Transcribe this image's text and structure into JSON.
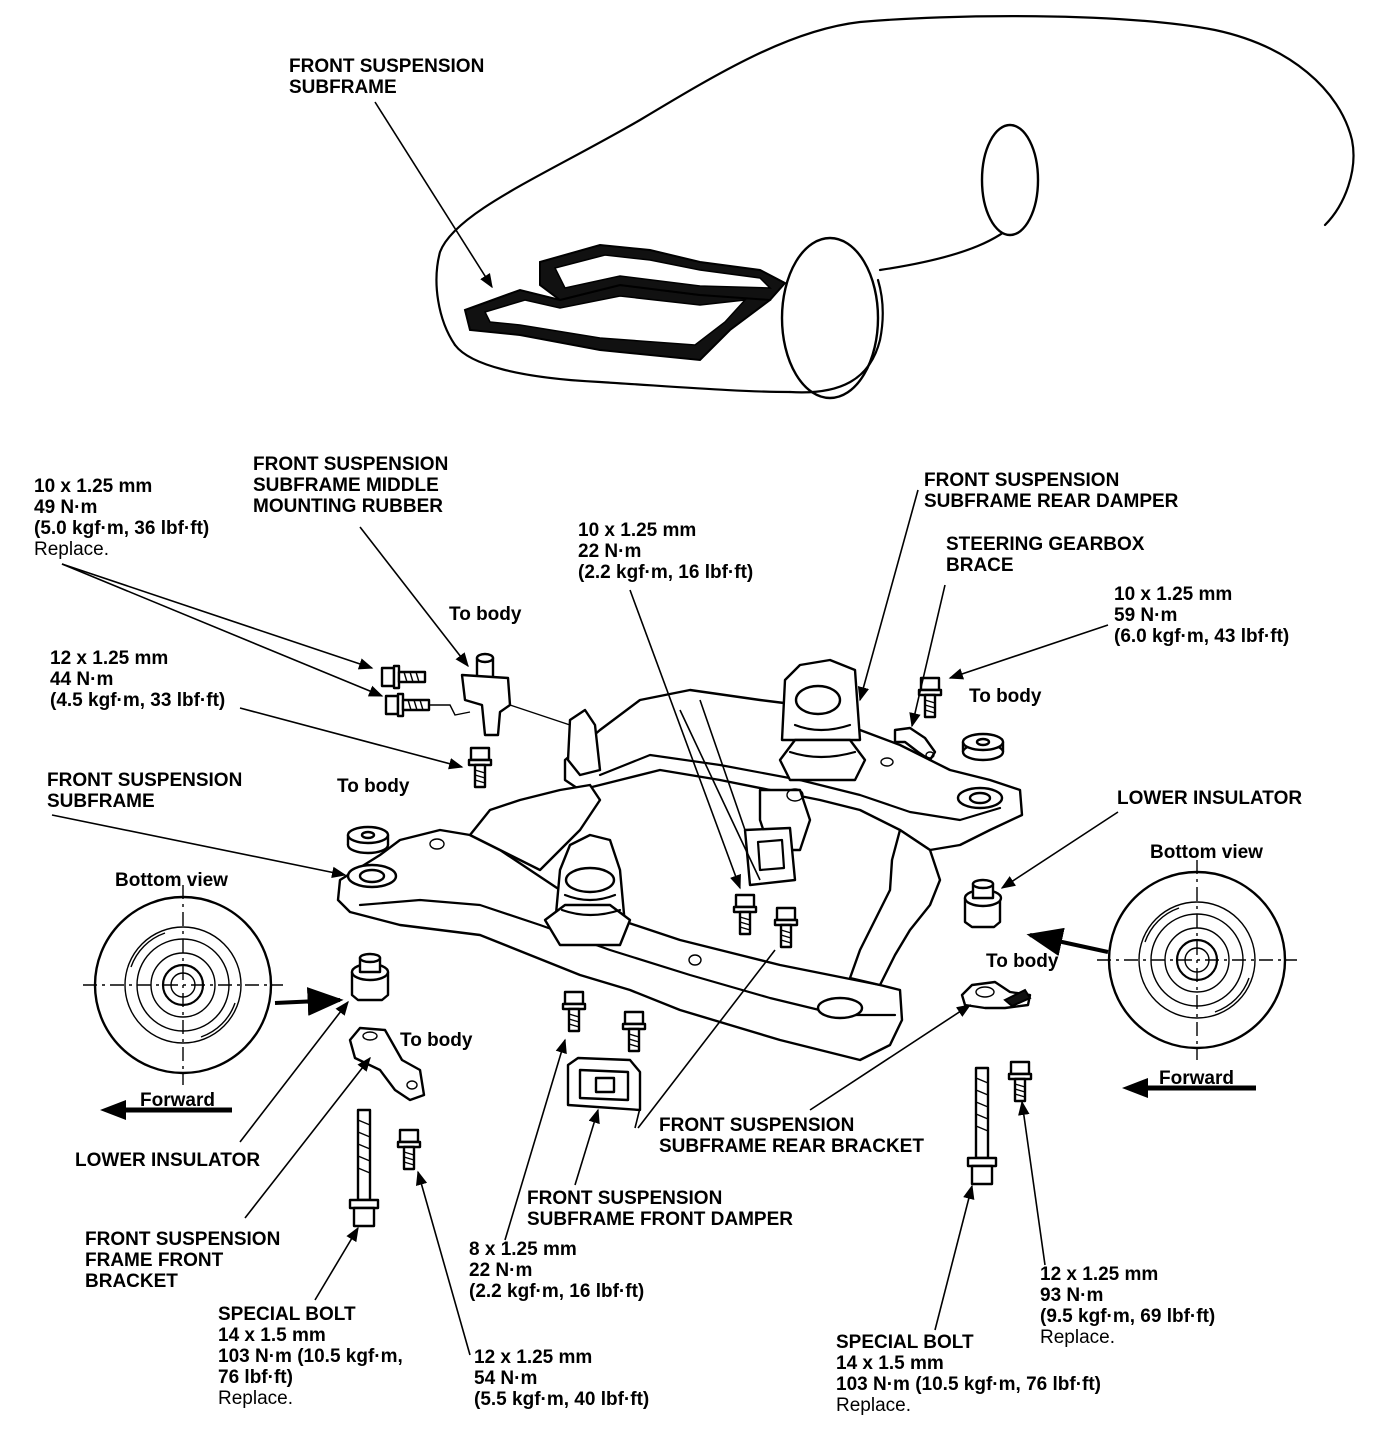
{
  "labels": {
    "car_subframe": [
      "FRONT SUSPENSION",
      "SUBFRAME"
    ],
    "middle_mount_rubber": [
      "FRONT SUSPENSION",
      "SUBFRAME MIDDLE",
      "MOUNTING RUBBER"
    ],
    "to_body_mid": "To body",
    "bolt_10_49": {
      "lines": [
        "10 x 1.25 mm",
        "49 N·m",
        "(5.0 kgf·m, 36 lbf·ft)"
      ],
      "note": "Replace."
    },
    "bolt_12_44": {
      "lines": [
        "12 x 1.25 mm",
        "44 N·m",
        "(4.5 kgf·m, 33 lbf·ft)"
      ]
    },
    "bolt_10_22": {
      "lines": [
        "10 x 1.25 mm",
        "22 N·m",
        "(2.2 kgf·m, 16 lbf·ft)"
      ]
    },
    "rear_damper": [
      "FRONT SUSPENSION",
      "SUBFRAME REAR DAMPER"
    ],
    "steering_brace": [
      "STEERING GEARBOX",
      "BRACE"
    ],
    "bolt_10_59": {
      "lines": [
        "10 x 1.25 mm",
        "59 N·m",
        "(6.0 kgf·m, 43 lbf·ft)"
      ]
    },
    "to_body_right": "To body",
    "to_body_left": "To body",
    "lower_insulator_right": "LOWER INSULATOR",
    "bottom_view_right": "Bottom view",
    "front_subframe": [
      "FRONT SUSPENSION",
      "SUBFRAME"
    ],
    "bottom_view_left": "Bottom view",
    "to_body_rear_right": "To body",
    "forward_right": "Forward",
    "to_body_front_left": "To body",
    "forward_left": "Forward",
    "lower_insulator_left": "LOWER INSULATOR",
    "rear_bracket": [
      "FRONT SUSPENSION",
      "SUBFRAME REAR BRACKET"
    ],
    "front_damper": [
      "FRONT SUSPENSION",
      "SUBFRAME FRONT DAMPER"
    ],
    "frame_front_bracket": [
      "FRONT SUSPENSION",
      "FRAME FRONT",
      "BRACKET"
    ],
    "bolt_8_22": {
      "lines": [
        "8 x 1.25 mm",
        "22 N·m",
        "(2.2 kgf·m, 16 lbf·ft)"
      ]
    },
    "bolt_12_93": {
      "lines": [
        "12 x 1.25 mm",
        "93 N·m",
        "(9.5 kgf·m, 69 lbf·ft)"
      ],
      "note": "Replace."
    },
    "special_bolt_left": {
      "lines": [
        "SPECIAL BOLT",
        "14 x 1.5 mm",
        "103 N·m (10.5 kgf·m,",
        "76 lbf·ft)"
      ],
      "note": "Replace."
    },
    "bolt_12_54": {
      "lines": [
        "12 x 1.25 mm",
        "54 N·m",
        "(5.5 kgf·m, 40 lbf·ft)"
      ]
    },
    "special_bolt_right": {
      "lines": [
        "SPECIAL BOLT",
        "14 x 1.5 mm",
        "103 N·m (10.5 kgf·m, 76 lbf·ft)"
      ],
      "note": "Replace."
    }
  }
}
